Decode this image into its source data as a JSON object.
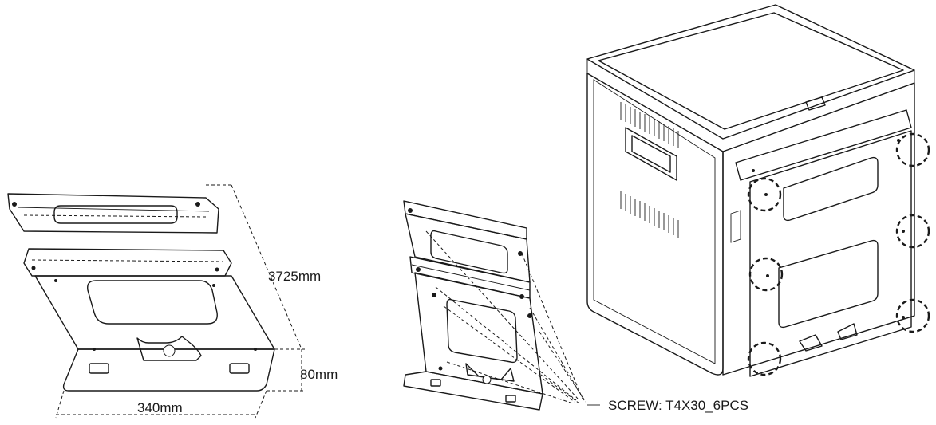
{
  "dimensions": {
    "depth": "3725mm",
    "height": "80mm",
    "width": "340mm"
  },
  "callout": {
    "screw_label": "SCREW: T4X30_6PCS"
  }
}
